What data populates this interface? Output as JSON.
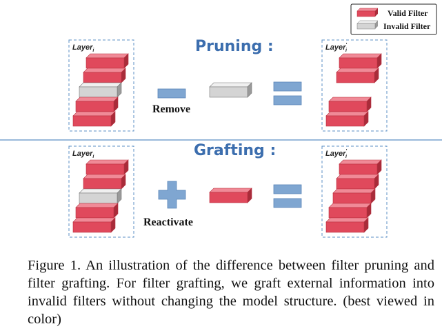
{
  "legend": {
    "valid": "Valid Filter",
    "invalid": "Invalid Filter"
  },
  "pruning": {
    "title": "Pruning :",
    "layer_label": "Layer",
    "layer_sub": "i",
    "out_label": "Layer",
    "out_sub": "i",
    "out_prime": "'",
    "operation": "Remove"
  },
  "grafting": {
    "title": "Grafting :",
    "layer_label": "Layer",
    "layer_sub": "i",
    "out_label": "Layer",
    "out_sub": "i",
    "out_prime": "'",
    "operation": "Reactivate"
  },
  "caption": "Figure 1. An illustration of the difference between filter pruning and filter grafting. For filter grafting, we graft external information into invalid filters without changing the model structure. (best viewed in color)",
  "colors": {
    "valid_filter": "#e0495c",
    "invalid_filter": "#d4d4d4",
    "operator_blue": "#7fa6d1",
    "header_blue": "#3c6eae",
    "divider": "#5b8fc4"
  }
}
